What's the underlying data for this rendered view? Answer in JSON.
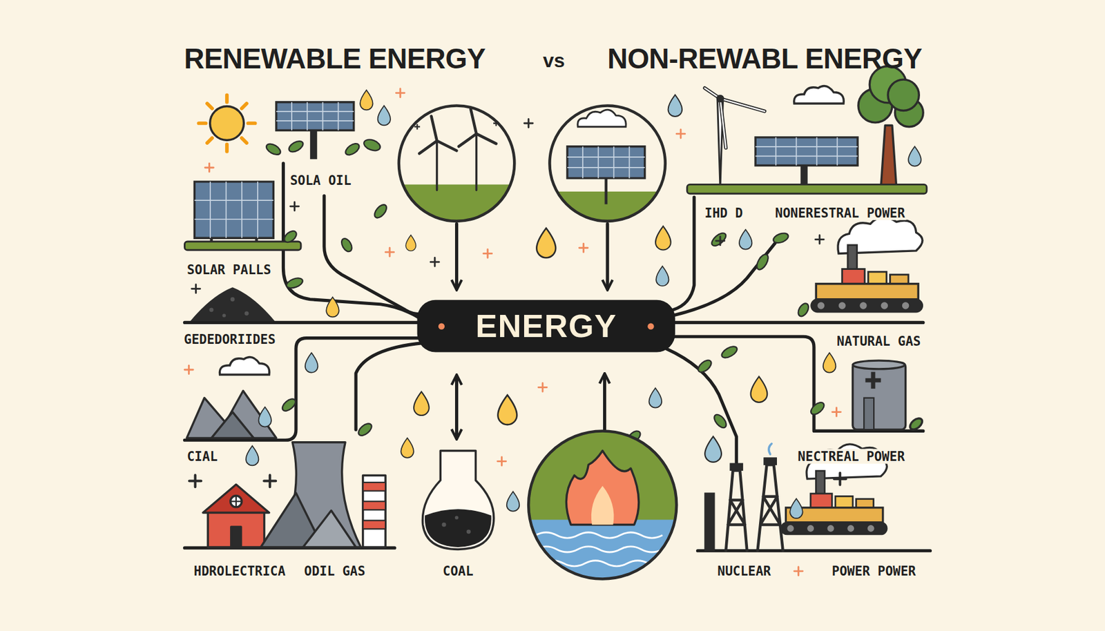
{
  "diagram": {
    "title": "RENEWABLE ENERGY",
    "nodes": [
      {
        "text": [
          "ENERGY"
        ]
      }
    ],
    "labels": [
      "vs",
      "NON-REWABL ENERGY",
      "SOLA OIL",
      "SOLAR PALLS",
      "GEDEDORIIDES",
      "CIAL",
      "HDROLECTRICA",
      "ODIL GAS",
      "COAL",
      "IHD D",
      "NONERESTRAL POWER",
      "NATURAL GAS",
      "NECTREAL POWER",
      "NUCLEAR",
      "POWER POWER"
    ]
  }
}
